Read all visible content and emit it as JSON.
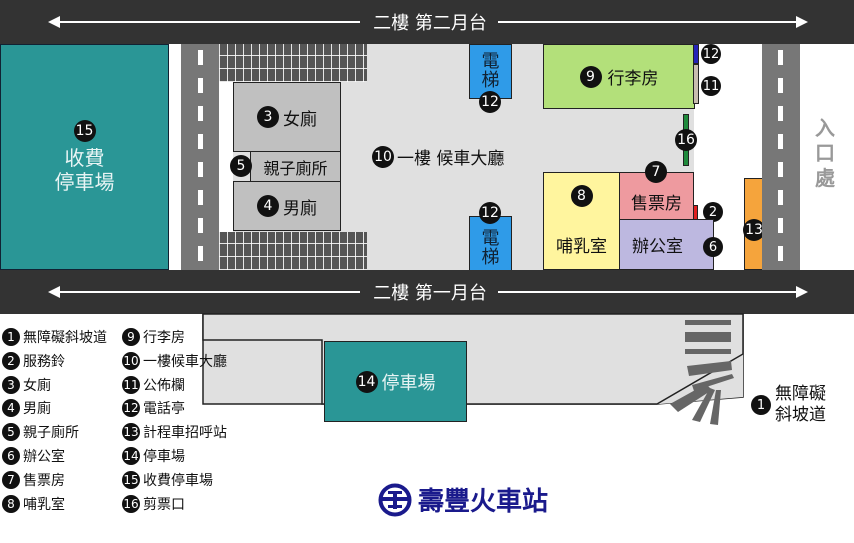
{
  "title": "壽豐火車站",
  "colors": {
    "platform": "#333333",
    "hall": "#e0e0e0",
    "toilet": "#c0c0c0",
    "elevator": "#2f9be8",
    "luggage": "#b3e07a",
    "ticket": "#ee9a9f",
    "office": "#bdb8e0",
    "nursing": "#fff59e",
    "taxi": "#f5a43c",
    "parking": "#2a9696",
    "brand": "#1a1a8c",
    "gate": "#1f8a3c"
  },
  "platforms": {
    "top": {
      "label": "二樓 第二月台"
    },
    "bottom": {
      "label": "二樓 第一月台"
    }
  },
  "rooms": {
    "paid_parking": {
      "num": "15",
      "line1": "收費",
      "line2": "停車場"
    },
    "womens_toilet": {
      "num": "3",
      "label": "女廁"
    },
    "family_toilet": {
      "num": "5",
      "label": "親子廁所"
    },
    "mens_toilet": {
      "num": "4",
      "label": "男廁"
    },
    "hall": {
      "num": "10",
      "label": "一樓 候車大廳"
    },
    "elevator_top": {
      "char1": "電",
      "char2": "梯",
      "num": "12"
    },
    "elevator_bottom": {
      "char1": "電",
      "char2": "梯",
      "num": "12"
    },
    "luggage": {
      "num": "9",
      "label": "行李房"
    },
    "phone_booth": {
      "num": "12"
    },
    "bulletin": {
      "num": "11"
    },
    "gate": {
      "num": "16"
    },
    "ticket": {
      "num": "7",
      "label": "售票房"
    },
    "service_bell": {
      "num": "2"
    },
    "nursing": {
      "num": "8",
      "label": "哺乳室"
    },
    "office": {
      "num": "6",
      "label": "辦公室"
    },
    "taxi": {
      "num": "13"
    },
    "entrance": {
      "c1": "入",
      "c2": "口",
      "c3": "處"
    },
    "parking": {
      "num": "14",
      "label": "停車場"
    },
    "ramp": {
      "num": "1",
      "line1": "無障礙",
      "line2": "斜坡道"
    }
  },
  "legend": [
    {
      "num": "1",
      "label": "無障礙斜坡道"
    },
    {
      "num": "2",
      "label": "服務鈴"
    },
    {
      "num": "3",
      "label": "女廁"
    },
    {
      "num": "4",
      "label": "男廁"
    },
    {
      "num": "5",
      "label": "親子廁所"
    },
    {
      "num": "6",
      "label": "辦公室"
    },
    {
      "num": "7",
      "label": "售票房"
    },
    {
      "num": "8",
      "label": "哺乳室"
    },
    {
      "num": "9",
      "label": "行李房"
    },
    {
      "num": "10",
      "label": "一樓候車大廳"
    },
    {
      "num": "11",
      "label": "公佈欄"
    },
    {
      "num": "12",
      "label": "電話亭"
    },
    {
      "num": "13",
      "label": "計程車招呼站"
    },
    {
      "num": "14",
      "label": "停車場"
    },
    {
      "num": "15",
      "label": "收費停車場"
    },
    {
      "num": "16",
      "label": "剪票口"
    }
  ]
}
